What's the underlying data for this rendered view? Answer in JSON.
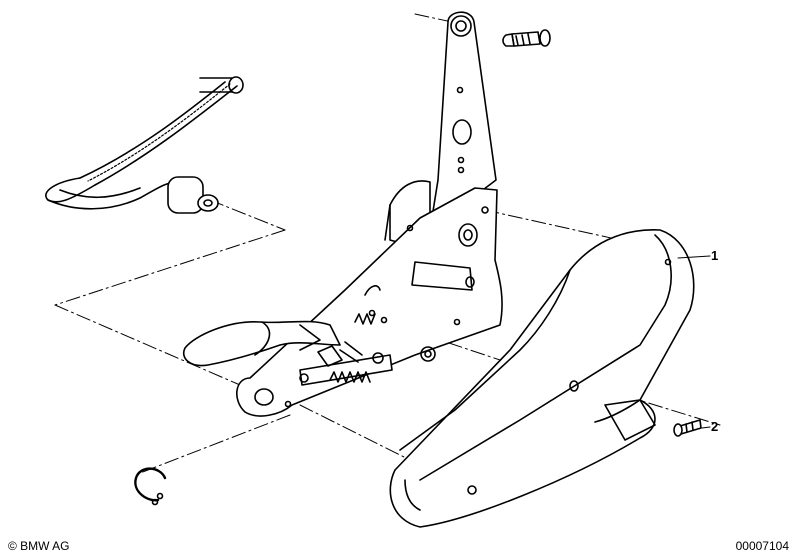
{
  "callouts": [
    {
      "number": "1",
      "part": "cover"
    },
    {
      "number": "2",
      "part": "screw"
    }
  ],
  "footer": {
    "copyright": "© BMW AG",
    "document_number": "00007104"
  }
}
